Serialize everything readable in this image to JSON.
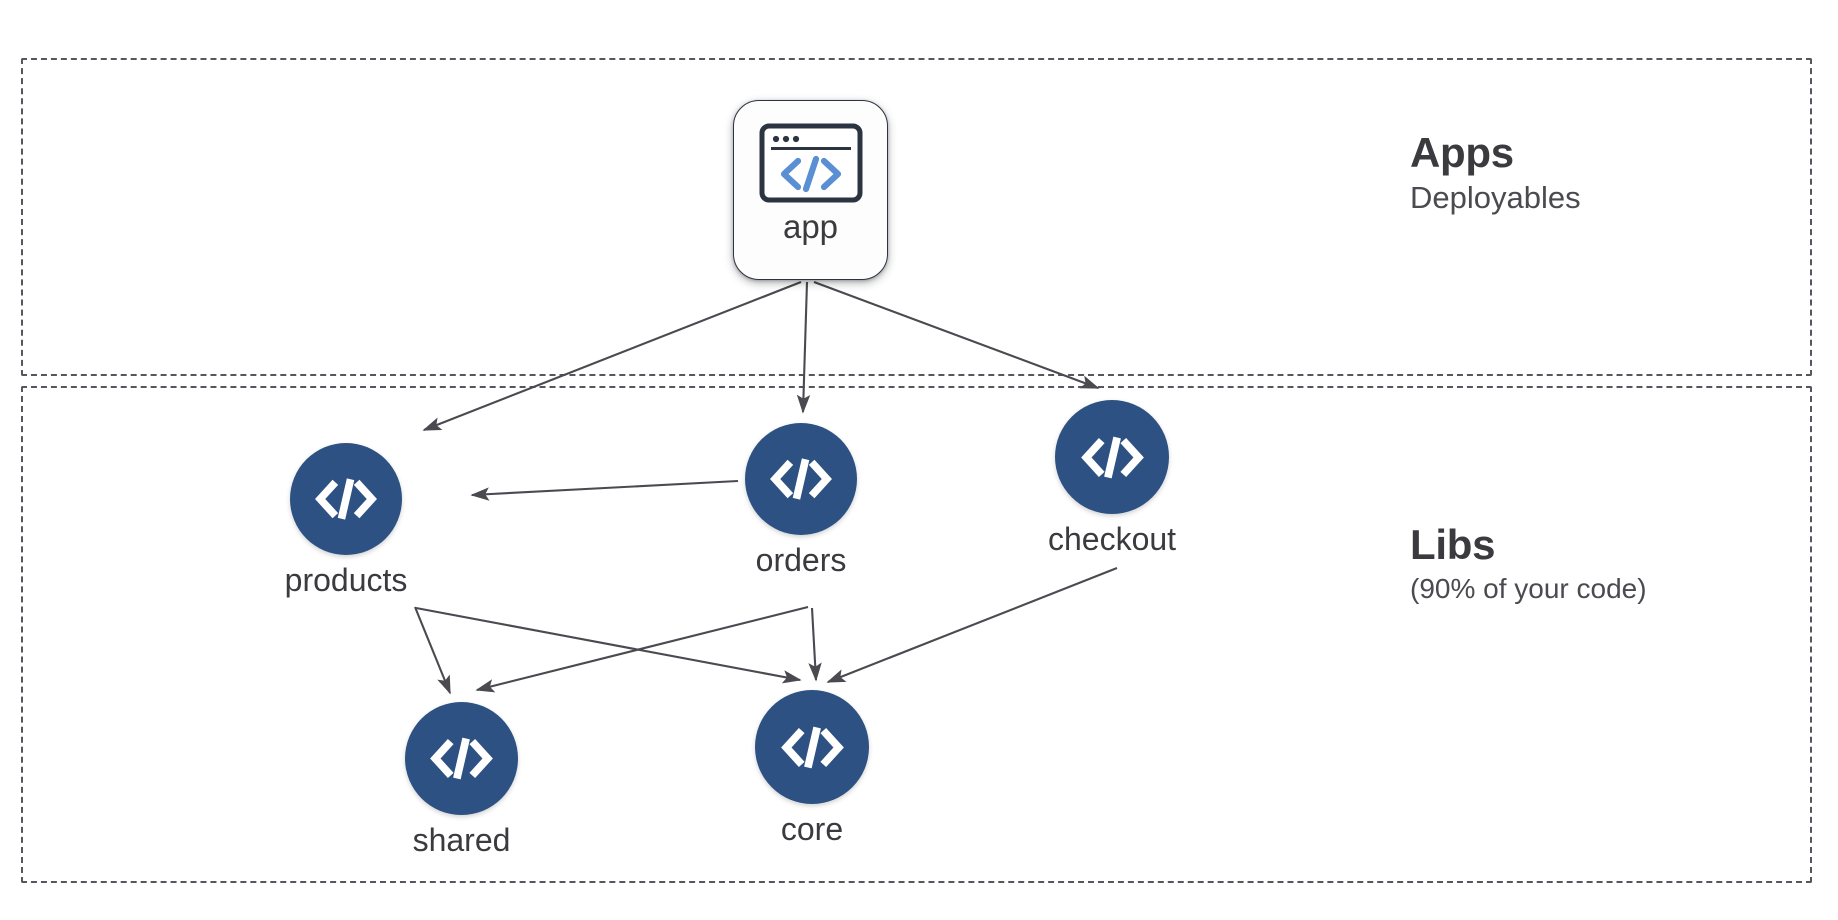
{
  "diagram": {
    "type": "dependency-graph",
    "zones": [
      {
        "id": "apps",
        "title": "Apps",
        "subtitle": "Deployables"
      },
      {
        "id": "libs",
        "title": "Libs",
        "subtitle": "(90% of your code)"
      }
    ],
    "nodes": [
      {
        "id": "app",
        "label": "app",
        "zone": "apps",
        "shape": "rounded-card",
        "icon": "browser-code-icon"
      },
      {
        "id": "products",
        "label": "products",
        "zone": "libs",
        "shape": "circle",
        "icon": "code-brackets-icon"
      },
      {
        "id": "orders",
        "label": "orders",
        "zone": "libs",
        "shape": "circle",
        "icon": "code-brackets-icon"
      },
      {
        "id": "checkout",
        "label": "checkout",
        "zone": "libs",
        "shape": "circle",
        "icon": "code-brackets-icon"
      },
      {
        "id": "shared",
        "label": "shared",
        "zone": "libs",
        "shape": "circle",
        "icon": "code-brackets-icon"
      },
      {
        "id": "core",
        "label": "core",
        "zone": "libs",
        "shape": "circle",
        "icon": "code-brackets-icon"
      }
    ],
    "edges": [
      {
        "from": "app",
        "to": "products"
      },
      {
        "from": "app",
        "to": "orders"
      },
      {
        "from": "app",
        "to": "checkout"
      },
      {
        "from": "orders",
        "to": "products"
      },
      {
        "from": "products",
        "to": "shared"
      },
      {
        "from": "products",
        "to": "core"
      },
      {
        "from": "orders",
        "to": "shared"
      },
      {
        "from": "orders",
        "to": "core"
      },
      {
        "from": "checkout",
        "to": "core"
      }
    ],
    "colors": {
      "lib_node_fill": "#2d5182",
      "app_icon_accent": "#5b8fd4",
      "app_icon_outline": "#2c3442",
      "edge_stroke": "#4a4a50",
      "zone_border": "#55565e",
      "text": "#3a3a3f",
      "background": "#ffffff"
    }
  }
}
